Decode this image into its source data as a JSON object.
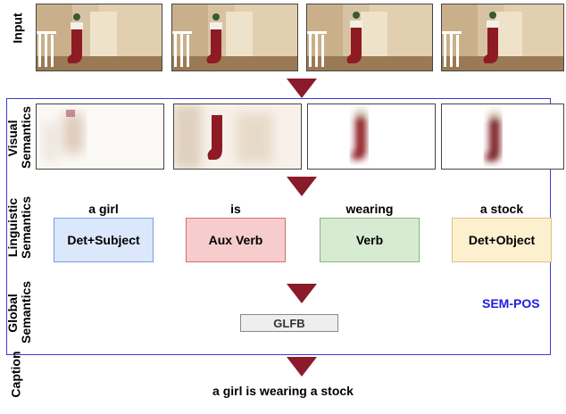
{
  "row_labels": {
    "input": "Input",
    "visual": [
      "Visual",
      "Semantics"
    ],
    "linguistic": [
      "Linguistic",
      "Semantics"
    ],
    "global": [
      "Global",
      "Semantics"
    ],
    "caption": "Caption"
  },
  "words": [
    "a girl",
    "is",
    "wearing",
    "a stock"
  ],
  "pos_tags": [
    {
      "label": "Det+Subject",
      "fill": "#dbe7fb",
      "border": "#7a9fd6"
    },
    {
      "label": "Aux Verb",
      "fill": "#f6cccc",
      "border": "#d07070"
    },
    {
      "label": "Verb",
      "fill": "#d6ebd1",
      "border": "#86b87c"
    },
    {
      "label": "Det+Object",
      "fill": "#fdf0cf",
      "border": "#e1c27a"
    }
  ],
  "glfb_label": "GLFB",
  "sem_pos_label": "SEM-POS",
  "caption_text": "a girl is wearing a stock",
  "colors": {
    "arrow": "#8b1a2a",
    "frame_border": "#3b3bd1",
    "stocking_red": "#8e1b24"
  }
}
